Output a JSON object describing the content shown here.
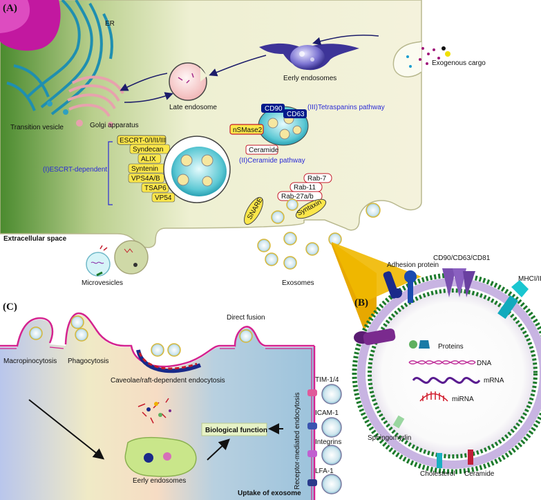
{
  "panels": {
    "a": "(A)",
    "b": "(B)",
    "c": "(C)"
  },
  "panel_a": {
    "er": "ER",
    "exogenous_cargo": "Exogenous cargo",
    "early_endosomes": "Eerly endosomes",
    "late_endosome": "Late endosome",
    "transition_vesicle": "Transition vesicle",
    "golgi": "Golgi apparatus",
    "tetraspanins_pathway": "(III)Tetraspanins pathway",
    "cd90": "CD90",
    "cd63": "CD63",
    "nsmase2": "nSMase2",
    "ceramide": "Ceramide",
    "ceramide_pathway": "(II)Ceramide pathway",
    "escrt_complex": "ESCRT-0/I/II/III",
    "escrt_dependent": "(I)ESCRT-dependent",
    "escrt_proteins": [
      "Syndecan",
      "ALIX",
      "Syntenin",
      "VPS4A/B",
      "TSAP6",
      "VP54"
    ],
    "rabs": [
      "Rab-7",
      "Rab-11",
      "Rab-27a/b"
    ],
    "snare": "SNARE",
    "syntaxin": "Syntaxin",
    "extracellular_space": "Extracellular space",
    "microvesicles": "Microvesicles",
    "exosomes": "Exosomes"
  },
  "panel_b": {
    "adhesion_protein": "Adhesion protein",
    "cd_markers": "CD90/CD63/CD81",
    "mhc": "MHCI/II",
    "proteins": "Proteins",
    "dna": "DNA",
    "mrna": "mRNA",
    "mirna": "miRNA",
    "sphingomyelin": "Sphingomyrlin",
    "cholesterol": "Cholesterol",
    "ceramide": "Ceramide"
  },
  "panel_c": {
    "direct_fusion": "Direct fusion",
    "macropinocytosis": "Macropinocytosis",
    "phagocytosis": "Phagocytosis",
    "caveolae": "Caveolae/raft-dependent endocytosis",
    "tim": "TIM-1/4",
    "icam": "ICAM-1",
    "integrins": "Integrins",
    "lfa": "LFA-1",
    "receptor_mediated": "Receptor-mediated endocytosis",
    "biological_function": "Biological function",
    "early_endosomes": "Eerly endosomes",
    "uptake": "Uptake of exosome"
  },
  "colors": {
    "cell_fill": "#f2f1d6",
    "cell_green": "#4f8a35",
    "nucleus": "#d11aa8",
    "er": "#1f8fb0",
    "golgi": "#e8a8b0",
    "mvb": "#35b9c8",
    "exosome_membrane": "#f0d060",
    "pill_yellow": "#fbe64a",
    "cd_blue": "#001a8c",
    "membrane_pink": "#d4238f",
    "panel_b_cone": "#e7a800",
    "label_blue": "#2a2ad6"
  },
  "icons": [
    "nucleus-icon",
    "er-icon",
    "golgi-icon",
    "endosome-icon",
    "exosome-icon",
    "receptor-icon",
    "arrow-icon"
  ]
}
